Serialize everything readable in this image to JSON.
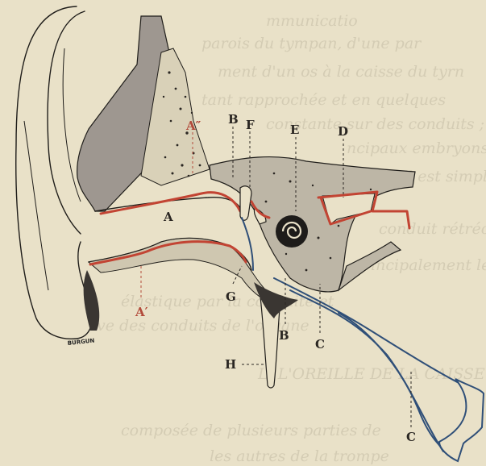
{
  "figure": {
    "background_color": "#e9e1c8",
    "ink_color": "#1f1d1a",
    "red_color": "#c24433",
    "blue_color": "#2f4f78",
    "labels": {
      "A": "A",
      "A_prime": "A′",
      "A_double": "A″",
      "B_top": "B",
      "B_bottom": "B",
      "C_mid": "C",
      "C_bottom": "C",
      "D": "D",
      "E": "E",
      "F": "F",
      "G": "G",
      "H": "H"
    },
    "signature": "BURGUN",
    "background_text": [
      "mmunicatio",
      "parois du tympan, d'une par",
      "ment d'un os à la caisse du tyrn",
      "tant rapprochée et en quelques",
      "constante sur des conduits ; sur les",
      "ncipaux embryons, qui est dans ce",
      "il est simplement disposé, un os",
      "conduit rétréci et qui est de",
      "incipalement le tympan est en",
      "élastique par la conduite et",
      "ve des conduits de l'organe",
      "L. L'OREILLE DE LA CAISSE DU TYMPAN",
      "composée de plusieurs parties de",
      "les autres de la trompe"
    ]
  }
}
